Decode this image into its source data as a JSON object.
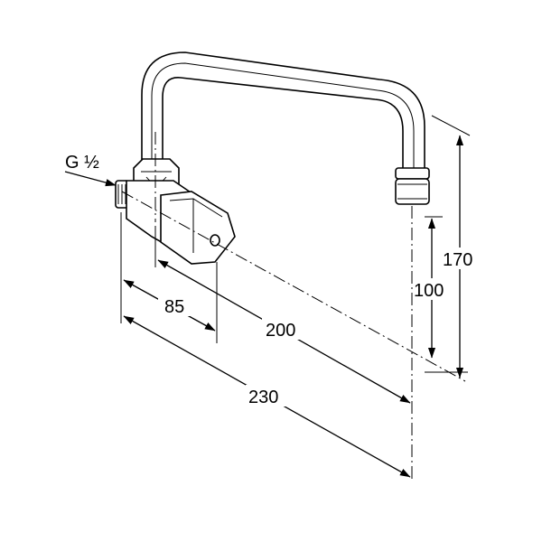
{
  "labels": {
    "thread": "G ½",
    "dim_85": "85",
    "dim_200": "200",
    "dim_230": "230",
    "dim_100": "100",
    "dim_170": "170"
  }
}
